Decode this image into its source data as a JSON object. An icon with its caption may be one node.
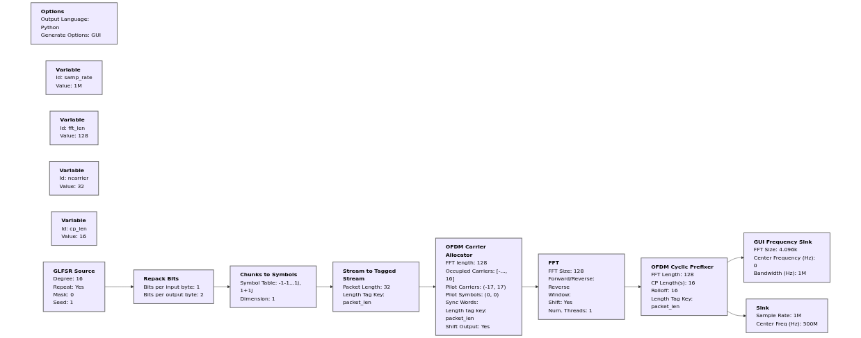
{
  "diagram": {
    "nodes": [
      {
        "text": [
          "Options",
          "Output Language: Python",
          "Generate Options: GUI"
        ]
      },
      {
        "text": [
          "Variable",
          "Id: samp_rate",
          "Value: 1M"
        ]
      },
      {
        "text": [
          "Variable",
          "Id: fft_len",
          "Value: 128"
        ]
      },
      {
        "text": [
          "Variable",
          "Id: ncarrier",
          "Value: 32"
        ]
      },
      {
        "text": [
          "Variable",
          "Id: cp_len",
          "Value: 16"
        ]
      },
      {
        "text": [
          "GLFSR Source",
          "Degree: 16",
          "Repeat: Yes",
          "Mask: 0",
          "Seed: 1"
        ]
      },
      {
        "text": [
          "Repack Bits",
          "Bits per input byte: 1",
          "Bits per output byte: 2"
        ]
      },
      {
        "text": [
          "Chunks to Symbols",
          "Symbol Table: -1-1...1j, 1+1j",
          "Dimension: 1"
        ]
      },
      {
        "text": [
          "Stream to Tagged Stream",
          "Packet Length: 32",
          "Length Tag Key: packet_len"
        ]
      },
      {
        "text": [
          "OFDM Carrier Allocator",
          "FFT length: 128",
          "Occupied Carriers: [-..., 16]",
          "Pilot Carriers: (-17, 17)",
          "Pilot Symbols: (0, 0)",
          "Sync Words:",
          "Length tag key: packet_len",
          "Shift Output: Yes"
        ]
      },
      {
        "text": [
          "FFT",
          "FFT Size: 128",
          "Forward/Reverse: Reverse",
          "Window:",
          "Shift: Yes",
          "Num. Threads: 1"
        ]
      },
      {
        "text": [
          "OFDM Cyclic Prefixer",
          "FFT Length: 128",
          "CP Length(s): 16",
          "Rolloff: 16",
          "Length Tag Key: packet_len"
        ]
      },
      {
        "text": [
          "GUI Frequency Sink",
          "FFT Size: 4.096k",
          "Center Frequency (Hz): 0",
          "Bandwidth (Hz): 1M"
        ]
      },
      {
        "text": [
          "Sink",
          "Sample Rate: 1M",
          "Center Freq (Hz): 500M"
        ]
      }
    ],
    "edges": [
      {
        "from": 5,
        "to": 6,
        "arrow": "to"
      },
      {
        "from": 6,
        "to": 7,
        "arrow": "to"
      },
      {
        "from": 7,
        "to": 8,
        "arrow": "to"
      },
      {
        "from": 8,
        "to": 9,
        "arrow": "to"
      },
      {
        "from": 9,
        "to": 10,
        "arrow": "to"
      },
      {
        "from": 10,
        "to": 11,
        "arrow": "to"
      },
      {
        "from": 11,
        "to": 12,
        "arrow": "to"
      },
      {
        "from": 11,
        "to": 13,
        "arrow": "to"
      }
    ]
  }
}
